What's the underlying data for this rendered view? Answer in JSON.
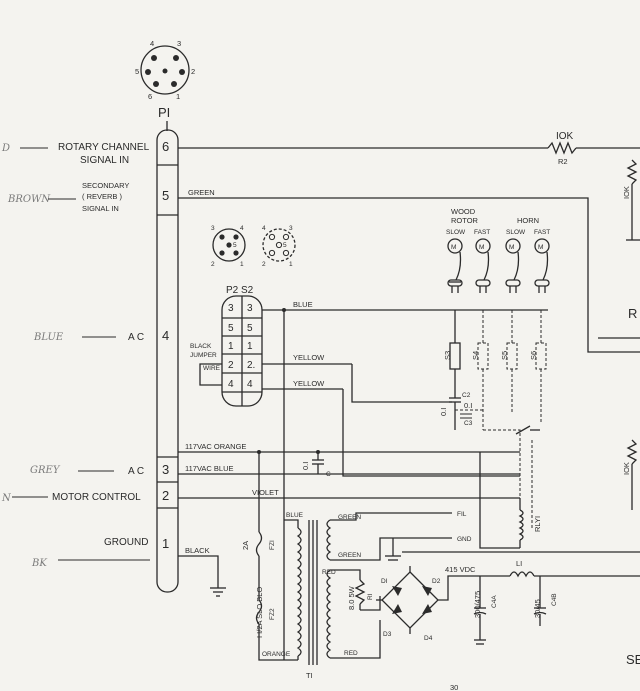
{
  "connector_p1": {
    "title": "PI",
    "pins_top": [
      "4",
      "3",
      "5",
      "2",
      "6",
      "1"
    ],
    "pins": [
      {
        "num": "6",
        "label": "ROTARY CHANNEL",
        "label2": "SIGNAL IN",
        "hand": "D"
      },
      {
        "num": "5",
        "label": "SECONDARY",
        "label2": "( REVERB )",
        "label3": "SIGNAL IN",
        "hand": "BROWN"
      },
      {
        "num": "4",
        "label": "A C",
        "hand": "BLUE"
      },
      {
        "num": "3",
        "label": "A C",
        "hand": "GREY"
      },
      {
        "num": "2",
        "label": "MOTOR CONTROL",
        "hand": "N"
      },
      {
        "num": "1",
        "label": "GROUND",
        "hand": "BK"
      }
    ]
  },
  "connector_p2": {
    "title": "P2 S2",
    "pins_a": [
      "3",
      "4",
      "5",
      "2",
      "1"
    ],
    "pins_b": [
      "4",
      "3",
      "5",
      "2",
      "1"
    ],
    "rows": [
      [
        "3",
        "3"
      ],
      [
        "5",
        "5"
      ],
      [
        "1",
        "1"
      ],
      [
        "2",
        "2."
      ],
      [
        "4",
        "4"
      ]
    ],
    "jumper": [
      "BLACK",
      "JUMPER",
      "WIRE"
    ]
  },
  "wires": {
    "green": "GREEN",
    "blue": "BLUE",
    "yellow1": "YELLOW",
    "yellow2": "YELLOW",
    "orange": "117VAC  ORANGE",
    "blue_ac": "117VAC  BLUE",
    "violet": "VIOLET",
    "black": "BLACK",
    "blue_t1": "BLUE",
    "green_t1": "GREEN",
    "green2": "GREEN",
    "red_t1": "RED",
    "orange_t1": "ORANGE",
    "red2": "RED"
  },
  "components": {
    "r2_value": "IOK",
    "r2_name": "R2",
    "r_right_1": "IOK",
    "r_right_2": "IOK",
    "motors_title_wood": [
      "WOOD",
      "ROTOR"
    ],
    "motors_title_horn": "HORN",
    "slow": "SLOW",
    "fast": "FAST",
    "motor_symbol": "M",
    "switches": [
      "S3",
      "S4",
      "S5",
      "S6"
    ],
    "c2": [
      "0.I",
      "C2"
    ],
    "c3": [
      "0.I",
      "C3"
    ],
    "c_mid": [
      "0.I",
      "C"
    ],
    "relay": "RLYI",
    "fil": "FIL",
    "gnd": "GND",
    "fuse1": [
      "2A",
      "FZI"
    ],
    "fuse2": [
      "I I/2A SLO BLO",
      "FZ2"
    ],
    "r1": [
      "8.0 5W",
      "RI"
    ],
    "diodes": [
      "DI",
      "D2",
      "D3",
      "D4"
    ],
    "vdc": "415 VDC",
    "c4a": [
      "300/475",
      "C4A"
    ],
    "l1": "LI",
    "c4b": [
      "30/45",
      "C4B"
    ],
    "transformer": "TI",
    "right_r": "R",
    "right_se": "SE",
    "page_num": "30"
  }
}
